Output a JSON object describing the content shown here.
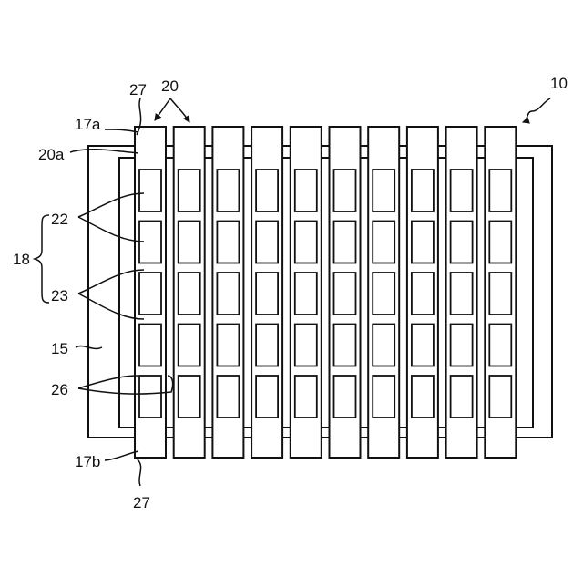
{
  "figure": {
    "stroke_color": "#111111",
    "background": "#ffffff",
    "strip_count": 10,
    "cells_per_strip": 5
  },
  "labels": {
    "device": "10",
    "frame": "15",
    "end_a": "17a",
    "end_b": "17b",
    "group": "18",
    "strips": "20",
    "strip_tab": "20a",
    "first_type": "22",
    "second_type": "23",
    "gaps": "26",
    "tab_top": "27",
    "tab_bottom": "27"
  }
}
